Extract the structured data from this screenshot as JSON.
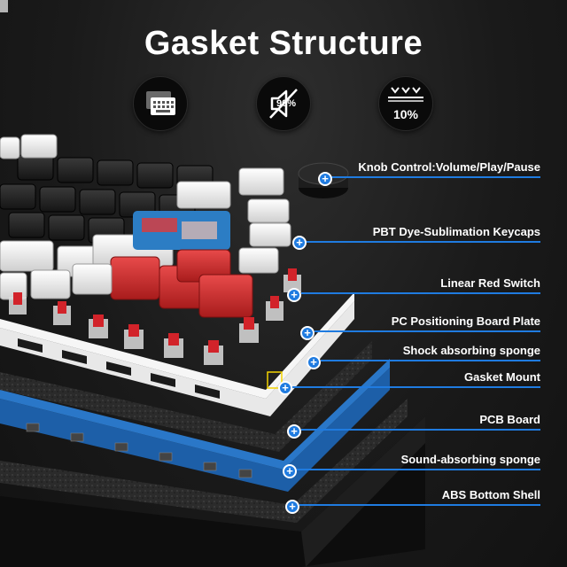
{
  "title": "Gasket Structure",
  "features": [
    {
      "icon": "keyboard-icon"
    },
    {
      "icon": "mute-speaker-icon",
      "text": "90%"
    },
    {
      "icon": "compress-arrows-icon",
      "text": "10%"
    }
  ],
  "callouts": [
    {
      "label": "Knob Control:Volume/Play/Pause"
    },
    {
      "label": "PBT Dye-Sublimation Keycaps"
    },
    {
      "label": "Linear Red Switch"
    },
    {
      "label": "PC Positioning Board Plate"
    },
    {
      "label": "Shock absorbing sponge"
    },
    {
      "label": "Gasket Mount"
    },
    {
      "label": "PCB Board"
    },
    {
      "label": "Sound-absorbing sponge"
    },
    {
      "label": "ABS Bottom Shell"
    }
  ],
  "colors": {
    "accent": "#1f7be0",
    "switch": "#d2232a",
    "plate": "#e8e8e8",
    "pcb": "#1d5fa8"
  }
}
